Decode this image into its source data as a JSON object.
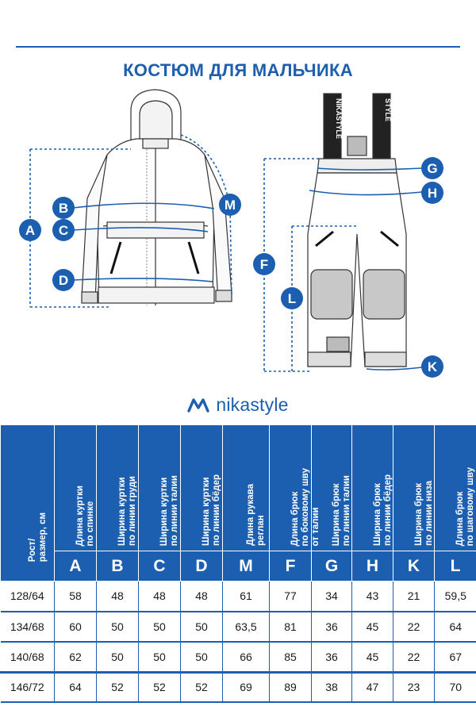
{
  "title": "КОСТЮМ ДЛЯ МАЛЬЧИКА",
  "brand": {
    "name": "nikastyle",
    "color": "#1c5fb0"
  },
  "suspender_print": [
    "NIKASTYLE",
    "STYLE"
  ],
  "markers": [
    "A",
    "B",
    "C",
    "D",
    "M",
    "G",
    "H",
    "F",
    "L",
    "K"
  ],
  "table": {
    "size_header": "Рост/\nразмер, см",
    "columns": [
      {
        "label": "Длина куртки\nпо спинке",
        "letter": "A"
      },
      {
        "label": "Ширина куртки\nпо линии груди",
        "letter": "B"
      },
      {
        "label": "Ширина куртки\nпо линии талии",
        "letter": "C"
      },
      {
        "label": "Ширина куртки\nпо линии бёдер",
        "letter": "D"
      },
      {
        "label": "Длина  рукава\nреглан",
        "letter": "M"
      },
      {
        "label": "Длина брюк\nпо боковому шву\nот талии",
        "letter": "F"
      },
      {
        "label": "Ширина брюк\nпо линии талии",
        "letter": "G"
      },
      {
        "label": "Ширина брюк\nпо линии бёдер",
        "letter": "H"
      },
      {
        "label": "Ширина брюк\nпо линии низа",
        "letter": "K"
      },
      {
        "label": "Длина брюк\nпо шаговому шву",
        "letter": "L"
      }
    ],
    "rows": [
      [
        "128/64",
        "58",
        "48",
        "48",
        "48",
        "61",
        "77",
        "34",
        "43",
        "21",
        "59,5"
      ],
      [
        "134/68",
        "60",
        "50",
        "50",
        "50",
        "63,5",
        "81",
        "36",
        "45",
        "22",
        "64"
      ],
      [
        "140/68",
        "62",
        "50",
        "50",
        "50",
        "66",
        "85",
        "36",
        "45",
        "22",
        "67"
      ],
      [
        "146/72",
        "64",
        "52",
        "52",
        "52",
        "69",
        "89",
        "38",
        "47",
        "23",
        "70"
      ]
    ]
  }
}
